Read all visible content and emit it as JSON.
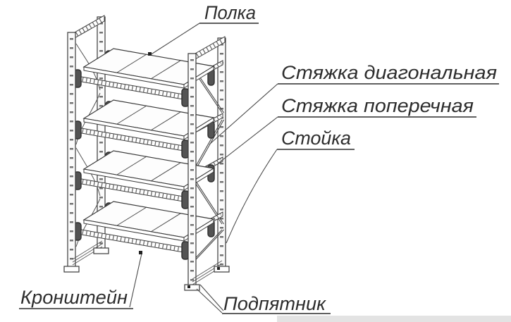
{
  "diagram": {
    "labels": {
      "polka": "Полка",
      "styazhka_diagonalnaya": "Стяжка диагональная",
      "styazhka_poperechnaya": "Стяжка поперечная",
      "stoyka": "Стойка",
      "kronshtein": "Кронштейн",
      "podpyatnik": "Подпятник"
    },
    "colors": {
      "line": "#3a3a3a",
      "text": "#2d2d2d",
      "background": "#ffffff",
      "dark_fitting": "#545454"
    }
  }
}
